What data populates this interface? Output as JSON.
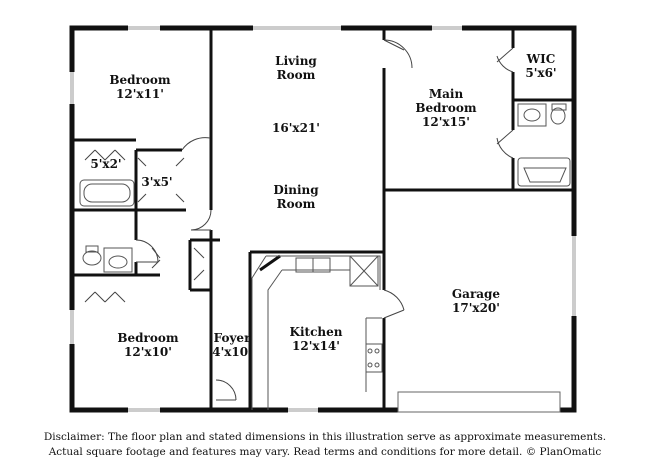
{
  "rooms": [
    {
      "id": "bedroom-nw",
      "name": "Bedroom",
      "size": "12'x11'"
    },
    {
      "id": "living",
      "name": "Living",
      "name2": "Room",
      "size": "16'x21'"
    },
    {
      "id": "dining",
      "name": "Dining",
      "name2": "Room"
    },
    {
      "id": "main-bedroom",
      "name": "Main",
      "name2": "Bedroom",
      "size": "12'x15'"
    },
    {
      "id": "wic",
      "name": "WIC",
      "size": "5'x6'"
    },
    {
      "id": "closet-1",
      "size": "5'x2'"
    },
    {
      "id": "closet-2",
      "size": "3'x5'"
    },
    {
      "id": "garage",
      "name": "Garage",
      "size": "17'x20'"
    },
    {
      "id": "bedroom-sw",
      "name": "Bedroom",
      "size": "12'x10'"
    },
    {
      "id": "foyer",
      "name": "Foyer",
      "size": "4'x10'"
    },
    {
      "id": "kitchen",
      "name": "Kitchen",
      "size": "12'x14'"
    }
  ],
  "disclaimer": {
    "line1": "Disclaimer: The floor plan and stated dimensions in this illustration serve as approximate measurements.",
    "line2": "Actual square footage and features may vary. Read terms and conditions for more detail. © PlanOmatic"
  },
  "colors": {
    "wall": "#111111",
    "fixture": "#666666",
    "window": "#9a9a9a"
  }
}
